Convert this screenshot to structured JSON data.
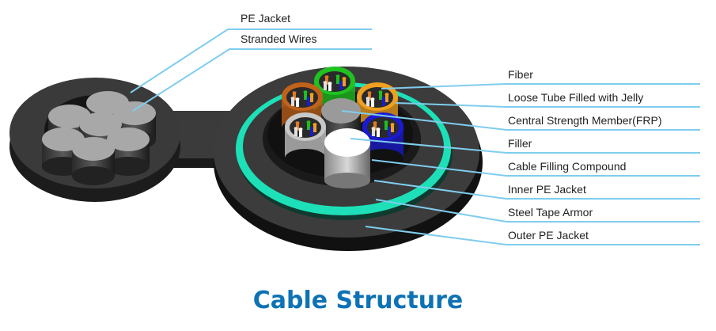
{
  "title": "Cable Structure",
  "colors": {
    "leader_line": "#7fcdee",
    "title": "#0e72b5",
    "jacket": "#3a3a3a",
    "armor_ring": "#1de0b8",
    "tube_green": "#1fc21f",
    "tube_orange_brown": "#c0621a",
    "tube_orange": "#f0a020",
    "tube_white": "#c8c8c8",
    "tube_blue": "#1a1ad0",
    "strength_member": "#9a9a9a",
    "filler": "#ffffff",
    "stranded_wire": "#a8a8a8"
  },
  "messenger_labels": [
    {
      "id": "pe-jacket",
      "text": "PE Jacket"
    },
    {
      "id": "stranded-wires",
      "text": "Stranded Wires"
    }
  ],
  "cable_labels": [
    {
      "id": "fiber",
      "text": "Fiber"
    },
    {
      "id": "loose-tube",
      "text": "Loose Tube Filled with Jelly"
    },
    {
      "id": "central-strength-member",
      "text": "Central Strength Member(FRP)"
    },
    {
      "id": "filler",
      "text": "Filler"
    },
    {
      "id": "cable-filling-compound",
      "text": "Cable Filling Compound"
    },
    {
      "id": "inner-pe-jacket",
      "text": "Inner PE Jacket"
    },
    {
      "id": "steel-tape-armor",
      "text": "Steel Tape Armor"
    },
    {
      "id": "outer-pe-jacket",
      "text": "Outer PE Jacket"
    }
  ]
}
